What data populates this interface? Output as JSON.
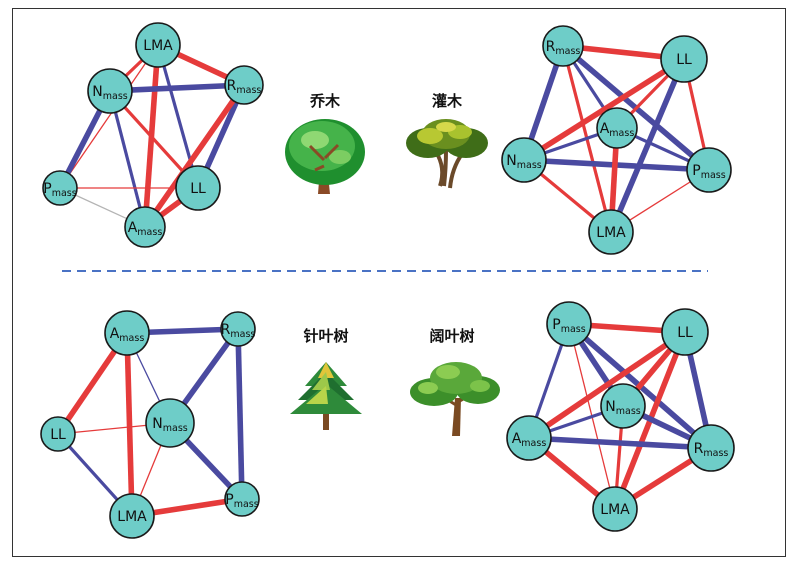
{
  "colors": {
    "positive": "#e53b3b",
    "negative": "#4a4aa0",
    "weak": "#b4b4b4",
    "node_fill": "#6ecdc8",
    "divider": "#4a72c4"
  },
  "networks": [
    {
      "id": "tree",
      "label": "乔木",
      "nodes": [
        {
          "id": "LMA",
          "text": "LMA",
          "sub": ""
        },
        {
          "id": "Rmass",
          "text": "R",
          "sub": "mass"
        },
        {
          "id": "Nmass",
          "text": "N",
          "sub": "mass"
        },
        {
          "id": "Pmass",
          "text": "P",
          "sub": "mass"
        },
        {
          "id": "LL",
          "text": "LL",
          "sub": ""
        },
        {
          "id": "Amass",
          "text": "A",
          "sub": "mass"
        }
      ],
      "edges": [
        {
          "a": "LMA",
          "b": "Rmass",
          "sign": "positive",
          "strength": 3
        },
        {
          "a": "LMA",
          "b": "Nmass",
          "sign": "positive",
          "strength": 2
        },
        {
          "a": "LMA",
          "b": "Amass",
          "sign": "positive",
          "strength": 3
        },
        {
          "a": "LMA",
          "b": "LL",
          "sign": "negative",
          "strength": 2
        },
        {
          "a": "LMA",
          "b": "Pmass",
          "sign": "positive",
          "strength": 1
        },
        {
          "a": "Nmass",
          "b": "Rmass",
          "sign": "negative",
          "strength": 3
        },
        {
          "a": "Nmass",
          "b": "Pmass",
          "sign": "negative",
          "strength": 3
        },
        {
          "a": "Nmass",
          "b": "Amass",
          "sign": "negative",
          "strength": 2
        },
        {
          "a": "Nmass",
          "b": "LL",
          "sign": "positive",
          "strength": 2
        },
        {
          "a": "Rmass",
          "b": "LL",
          "sign": "negative",
          "strength": 3
        },
        {
          "a": "Rmass",
          "b": "Amass",
          "sign": "positive",
          "strength": 3
        },
        {
          "a": "Pmass",
          "b": "LL",
          "sign": "positive",
          "strength": 1
        },
        {
          "a": "Pmass",
          "b": "Amass",
          "sign": "weak",
          "strength": 1
        },
        {
          "a": "LL",
          "b": "Amass",
          "sign": "positive",
          "strength": 3
        }
      ]
    },
    {
      "id": "shrub",
      "label": "灌木",
      "nodes": [
        {
          "id": "Rmass",
          "text": "R",
          "sub": "mass"
        },
        {
          "id": "LL",
          "text": "LL",
          "sub": ""
        },
        {
          "id": "Amass",
          "text": "A",
          "sub": "mass"
        },
        {
          "id": "Nmass",
          "text": "N",
          "sub": "mass"
        },
        {
          "id": "Pmass",
          "text": "P",
          "sub": "mass"
        },
        {
          "id": "LMA",
          "text": "LMA",
          "sub": ""
        }
      ],
      "edges": [
        {
          "a": "Rmass",
          "b": "LL",
          "sign": "positive",
          "strength": 3
        },
        {
          "a": "Rmass",
          "b": "Nmass",
          "sign": "negative",
          "strength": 3
        },
        {
          "a": "Rmass",
          "b": "Amass",
          "sign": "negative",
          "strength": 2
        },
        {
          "a": "Rmass",
          "b": "Pmass",
          "sign": "negative",
          "strength": 3
        },
        {
          "a": "Rmass",
          "b": "LMA",
          "sign": "positive",
          "strength": 2
        },
        {
          "a": "LL",
          "b": "Nmass",
          "sign": "positive",
          "strength": 3
        },
        {
          "a": "LL",
          "b": "Amass",
          "sign": "positive",
          "strength": 2
        },
        {
          "a": "LL",
          "b": "Pmass",
          "sign": "positive",
          "strength": 2
        },
        {
          "a": "LL",
          "b": "LMA",
          "sign": "negative",
          "strength": 3
        },
        {
          "a": "Nmass",
          "b": "Amass",
          "sign": "negative",
          "strength": 2
        },
        {
          "a": "Nmass",
          "b": "Pmass",
          "sign": "negative",
          "strength": 3
        },
        {
          "a": "Nmass",
          "b": "LMA",
          "sign": "positive",
          "strength": 2
        },
        {
          "a": "Amass",
          "b": "Pmass",
          "sign": "negative",
          "strength": 2
        },
        {
          "a": "Amass",
          "b": "LMA",
          "sign": "positive",
          "strength": 3
        },
        {
          "a": "Pmass",
          "b": "LMA",
          "sign": "positive",
          "strength": 1
        }
      ]
    },
    {
      "id": "conifer",
      "label": "针叶树",
      "nodes": [
        {
          "id": "Amass",
          "text": "A",
          "sub": "mass"
        },
        {
          "id": "Rmass",
          "text": "R",
          "sub": "mass"
        },
        {
          "id": "Nmass",
          "text": "N",
          "sub": "mass"
        },
        {
          "id": "LL",
          "text": "LL",
          "sub": ""
        },
        {
          "id": "Pmass",
          "text": "P",
          "sub": "mass"
        },
        {
          "id": "LMA",
          "text": "LMA",
          "sub": ""
        }
      ],
      "edges": [
        {
          "a": "Amass",
          "b": "Rmass",
          "sign": "negative",
          "strength": 3
        },
        {
          "a": "Amass",
          "b": "LL",
          "sign": "positive",
          "strength": 3
        },
        {
          "a": "Amass",
          "b": "LMA",
          "sign": "positive",
          "strength": 3
        },
        {
          "a": "Amass",
          "b": "Nmass",
          "sign": "negative",
          "strength": 1
        },
        {
          "a": "Rmass",
          "b": "Nmass",
          "sign": "negative",
          "strength": 3
        },
        {
          "a": "Rmass",
          "b": "Pmass",
          "sign": "negative",
          "strength": 3
        },
        {
          "a": "LL",
          "b": "Nmass",
          "sign": "positive",
          "strength": 1
        },
        {
          "a": "LL",
          "b": "LMA",
          "sign": "negative",
          "strength": 2
        },
        {
          "a": "Nmass",
          "b": "Pmass",
          "sign": "negative",
          "strength": 3
        },
        {
          "a": "Nmass",
          "b": "LMA",
          "sign": "positive",
          "strength": 1
        },
        {
          "a": "LMA",
          "b": "Pmass",
          "sign": "positive",
          "strength": 3
        }
      ]
    },
    {
      "id": "broadleaf",
      "label": "阔叶树",
      "nodes": [
        {
          "id": "Pmass",
          "text": "P",
          "sub": "mass"
        },
        {
          "id": "LL",
          "text": "LL",
          "sub": ""
        },
        {
          "id": "Nmass",
          "text": "N",
          "sub": "mass"
        },
        {
          "id": "Amass",
          "text": "A",
          "sub": "mass"
        },
        {
          "id": "Rmass",
          "text": "R",
          "sub": "mass"
        },
        {
          "id": "LMA",
          "text": "LMA",
          "sub": ""
        }
      ],
      "edges": [
        {
          "a": "Pmass",
          "b": "LL",
          "sign": "positive",
          "strength": 3
        },
        {
          "a": "Pmass",
          "b": "Nmass",
          "sign": "negative",
          "strength": 3
        },
        {
          "a": "Pmass",
          "b": "Amass",
          "sign": "negative",
          "strength": 2
        },
        {
          "a": "Pmass",
          "b": "Rmass",
          "sign": "negative",
          "strength": 3
        },
        {
          "a": "Pmass",
          "b": "LMA",
          "sign": "positive",
          "strength": 1
        },
        {
          "a": "LL",
          "b": "Nmass",
          "sign": "positive",
          "strength": 3
        },
        {
          "a": "LL",
          "b": "Amass",
          "sign": "positive",
          "strength": 3
        },
        {
          "a": "LL",
          "b": "LMA",
          "sign": "positive",
          "strength": 3
        },
        {
          "a": "LL",
          "b": "Rmass",
          "sign": "negative",
          "strength": 3
        },
        {
          "a": "Nmass",
          "b": "Amass",
          "sign": "negative",
          "strength": 2
        },
        {
          "a": "Nmass",
          "b": "Rmass",
          "sign": "negative",
          "strength": 3
        },
        {
          "a": "Nmass",
          "b": "LMA",
          "sign": "positive",
          "strength": 2
        },
        {
          "a": "Amass",
          "b": "Rmass",
          "sign": "negative",
          "strength": 3
        },
        {
          "a": "Amass",
          "b": "LMA",
          "sign": "positive",
          "strength": 3
        },
        {
          "a": "Rmass",
          "b": "LMA",
          "sign": "positive",
          "strength": 3
        }
      ]
    }
  ],
  "illustrations": [
    {
      "id": "tree",
      "icon": "round-tree-icon"
    },
    {
      "id": "shrub",
      "icon": "shrub-icon"
    },
    {
      "id": "conifer",
      "icon": "conifer-tree-icon"
    },
    {
      "id": "broadleaf",
      "icon": "broadleaf-tree-icon"
    }
  ]
}
